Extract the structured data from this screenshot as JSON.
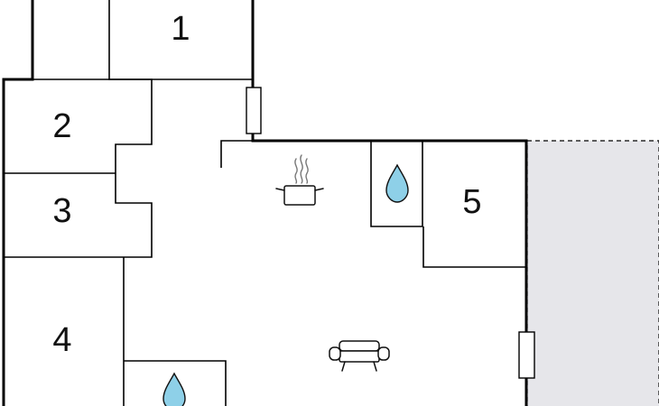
{
  "rooms": [
    {
      "id": "1",
      "label": "1"
    },
    {
      "id": "2",
      "label": "2"
    },
    {
      "id": "3",
      "label": "3"
    },
    {
      "id": "4",
      "label": "4"
    },
    {
      "id": "5",
      "label": "5"
    }
  ],
  "icons": {
    "kitchen": "cooking-pot-icon",
    "sofa": "sofa-icon",
    "bathroom": "water-drop-icon"
  },
  "colors": {
    "terrace": "#e6e6ea",
    "water": "#8ed0e8",
    "walls": "#000000"
  }
}
